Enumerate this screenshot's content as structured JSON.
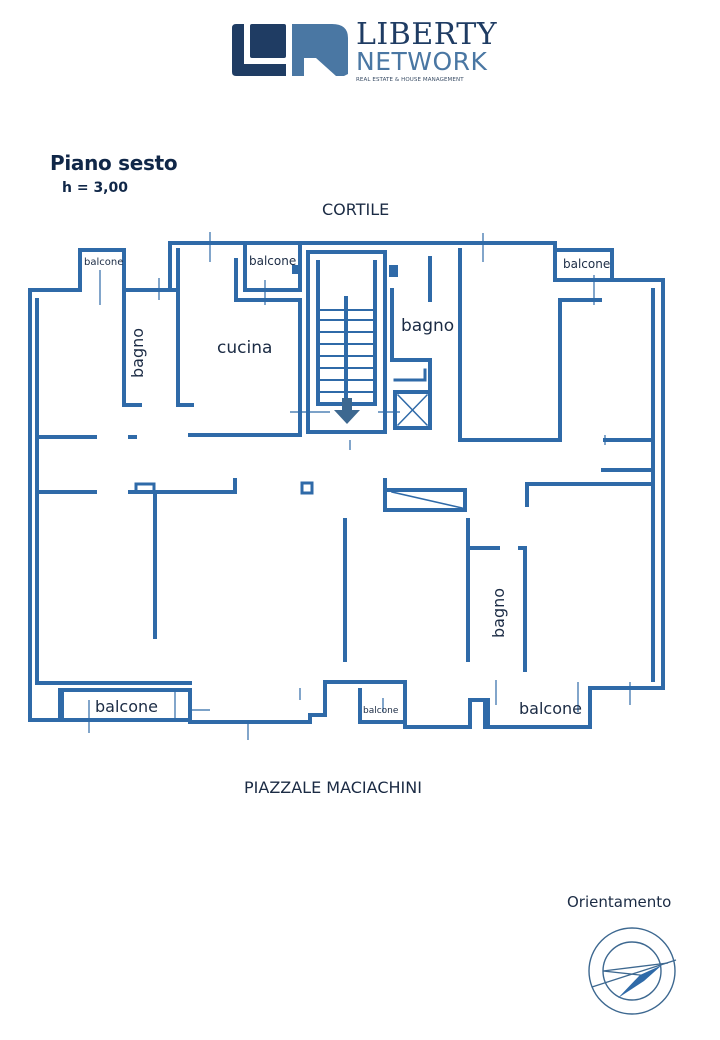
{
  "brand": {
    "name_line1": "LIBERTY",
    "name_line2": "NETWORK",
    "tagline": "REAL ESTATE & HOUSE MANAGEMENT",
    "colors": {
      "dark": "#1f3c63",
      "light": "#4a77a3"
    }
  },
  "plan": {
    "title": "Piano sesto",
    "height_label": "h = 3,00",
    "north_side_label": "CORTILE",
    "south_side_label": "PIAZZALE MACIACHINI",
    "wall_color": "#2f6aa8",
    "arrow_color": "#3d6890",
    "rooms": [
      {
        "id": "balcone-nw",
        "label": "balcone"
      },
      {
        "id": "balcone-n",
        "label": "balcone"
      },
      {
        "id": "balcone-ne",
        "label": "balcone"
      },
      {
        "id": "bagno-w",
        "label": "bagno"
      },
      {
        "id": "cucina",
        "label": "cucina"
      },
      {
        "id": "bagno-n",
        "label": "bagno"
      },
      {
        "id": "bagno-se",
        "label": "bagno"
      },
      {
        "id": "balcone-sw",
        "label": "balcone"
      },
      {
        "id": "balcone-s",
        "label": "balcone"
      },
      {
        "id": "balcone-se",
        "label": "balcone"
      }
    ]
  },
  "orientation": {
    "label": "Orientamento",
    "icon": "compass-icon"
  }
}
